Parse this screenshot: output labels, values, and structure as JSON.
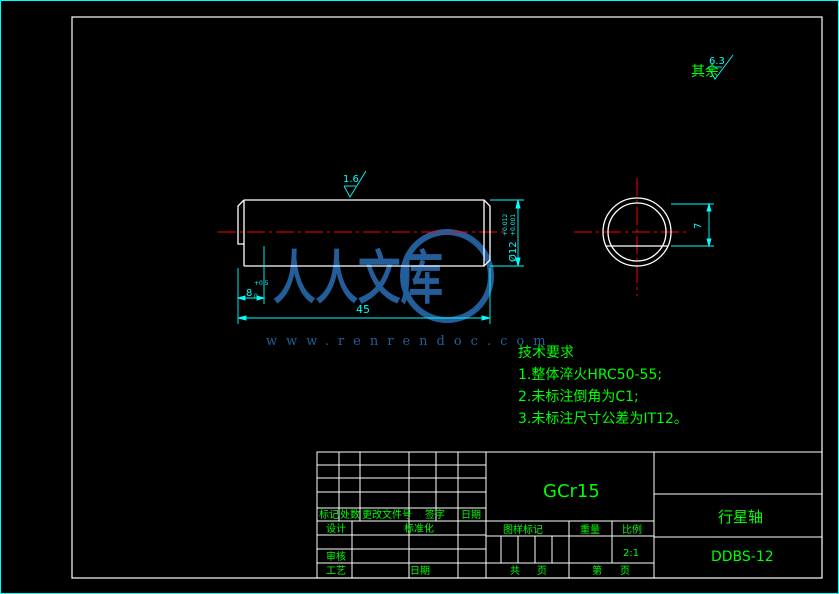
{
  "colors": {
    "background": "#000000",
    "frame": "#ffffff",
    "outline": "#ffffff",
    "dimension": "#00ffff",
    "centerline": "#ff0000",
    "text_green": "#00ff00",
    "text_cyan": "#00ffff",
    "watermark": "#2a6fb5"
  },
  "roughness": {
    "other": "其余",
    "other_value": "6.3",
    "surface_value": "1.6"
  },
  "dimensions": {
    "length": "45",
    "diameter": "Ø12",
    "diameter_tol_upper": "+0.012",
    "diameter_tol_lower": "+0.001",
    "step_length": "8",
    "step_tol_upper": "+0.5",
    "step_tol_lower": "0",
    "flat": "7"
  },
  "watermark": {
    "logo_text": "人人文库",
    "url": "www.renrendoc.com"
  },
  "tech_requirements": {
    "title": "技术要求",
    "items": [
      "1.整体淬火HRC50-55;",
      "2.未标注倒角为C1;",
      "3.未标注尺寸公差为IT12。"
    ]
  },
  "title_block": {
    "material": "GCr15",
    "part_name": "行星轴",
    "drawing_no": "DDBS-12",
    "scale": "2:1",
    "headers": {
      "mark": "标记",
      "count": "处数",
      "change_doc": "更改文件号",
      "signature": "签字",
      "date": "日期",
      "design": "设计",
      "standardize": "标准化",
      "review": "审核",
      "process": "工艺",
      "date2": "日期",
      "stage_mark": "图样标记",
      "weight": "重量",
      "ratio": "比例",
      "total": "共",
      "page": "页",
      "sheet": "第",
      "page2": "页"
    }
  }
}
